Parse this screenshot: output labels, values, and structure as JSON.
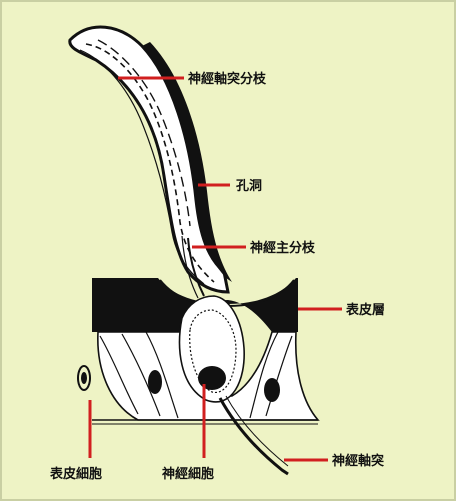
{
  "colors": {
    "panel_background": "#eef3c5",
    "frame": "#c9cfa3",
    "ink": "#111111",
    "leader_line": "#d11f1f"
  },
  "labels": {
    "axon_branch": "神經軸突分枝",
    "pore": "孔洞",
    "main_nerve_branch": "神經主分枝",
    "cuticle_layer": "表皮層",
    "epidermal_cell": "表皮細胞",
    "nerve_cell": "神經細胞",
    "axon": "神經軸突"
  }
}
